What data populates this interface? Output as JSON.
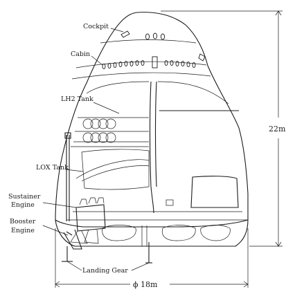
{
  "labels": {
    "cockpit": "Cockpit",
    "cabin": "Cabin",
    "lh2_tank": "LH2 Tank",
    "lox_tank": "LOX Tank",
    "sustainer_line1": "Sustainer",
    "sustainer_line2": "Engine",
    "booster_line1": "Booster",
    "booster_line2": "Engine",
    "landing_gear": "Landing Gear"
  },
  "dimensions": {
    "height": "22m",
    "diameter": "ϕ 18m"
  }
}
